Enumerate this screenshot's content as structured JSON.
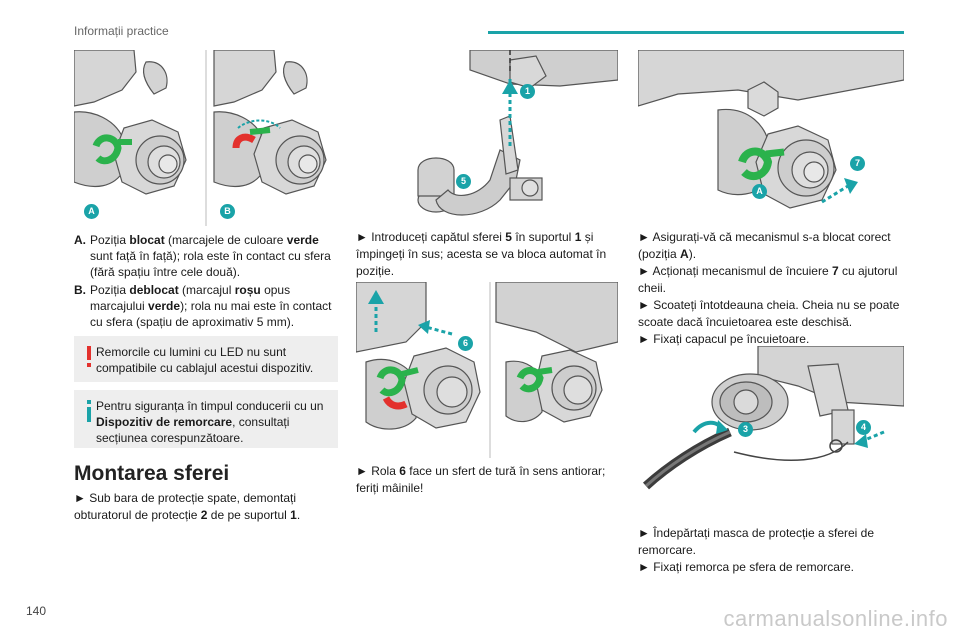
{
  "header": {
    "section_title": "Informații practice"
  },
  "page_number": "140",
  "watermark": "carmanualsonline.info",
  "figures": {
    "fig1_badges": [
      "A",
      "B"
    ],
    "fig2_badges": [
      "1",
      "5"
    ],
    "fig3_badges": [
      "7",
      "A"
    ],
    "fig4_badges": [
      "6"
    ],
    "fig5_badges": [
      "3",
      "4"
    ]
  },
  "left_column": {
    "def_a": {
      "label": "A.",
      "t1": "Poziția ",
      "b1": "blocat",
      "t2": " (marcajele de culoare ",
      "b2": "verde",
      "t3": " sunt față în față); rola este în contact cu sfera (fără spațiu între cele două)."
    },
    "def_b": {
      "label": "B.",
      "t1": "Poziția ",
      "b1": "deblocat",
      "t2": " (marcajul ",
      "b2": "roșu",
      "t3": " opus marcajului ",
      "b3": "verde",
      "t4": "); rola nu mai este în contact cu sfera (spațiu de aproximativ 5 mm)."
    },
    "warning_note": "Remorcile cu lumini cu LED nu sunt compatibile cu cablajul acestui dispozitiv.",
    "info_note": {
      "t1": "Pentru siguranța în timpul conducerii cu un ",
      "b1": "Dispozitiv de remorcare",
      "t2": ", consultați secțiunea corespunzătoare."
    },
    "section_title": "Montarea sferei",
    "step": {
      "t1": "► Sub bara de protecție spate, demontați obturatorul de protecție ",
      "b1": "2",
      "t2": " de pe suportul ",
      "b2": "1",
      "t3": "."
    }
  },
  "middle_column": {
    "step1": {
      "t1": "► Introduceți capătul sferei ",
      "b1": "5",
      "t2": " în suportul ",
      "b2": "1",
      "t3": " și împingeți în sus; acesta se va bloca automat în poziție."
    },
    "step2": {
      "t1": "► Rola ",
      "b1": "6",
      "t2": " face un sfert de tură în sens antiorar; feriți mâinile!"
    }
  },
  "right_column": {
    "s1": {
      "t1": "► Asigurați-vă că mecanismul s-a blocat corect (poziția ",
      "b1": "A",
      "t2": ")."
    },
    "s2": {
      "t1": "► Acționați mecanismul de încuiere ",
      "b1": "7",
      "t2": " cu ajutorul cheii."
    },
    "s3": "► Scoateți întotdeauna cheia. Cheia nu se poate scoate dacă încuietoarea este deschisă.",
    "s4": "► Fixați capacul pe încuietoare.",
    "s5": "► Îndepărtați masca de protecție a sferei de remorcare.",
    "s6": "► Fixați remorca pe sfera de remorcare."
  },
  "colors": {
    "accent": "#1aa3a8",
    "warning": "#e3312d",
    "info": "#1aa3a8",
    "lock_green": "#2bb24c",
    "unlock_red": "#e3312d"
  },
  "icons": {
    "warning": "exclamation-icon",
    "info": "info-icon"
  }
}
